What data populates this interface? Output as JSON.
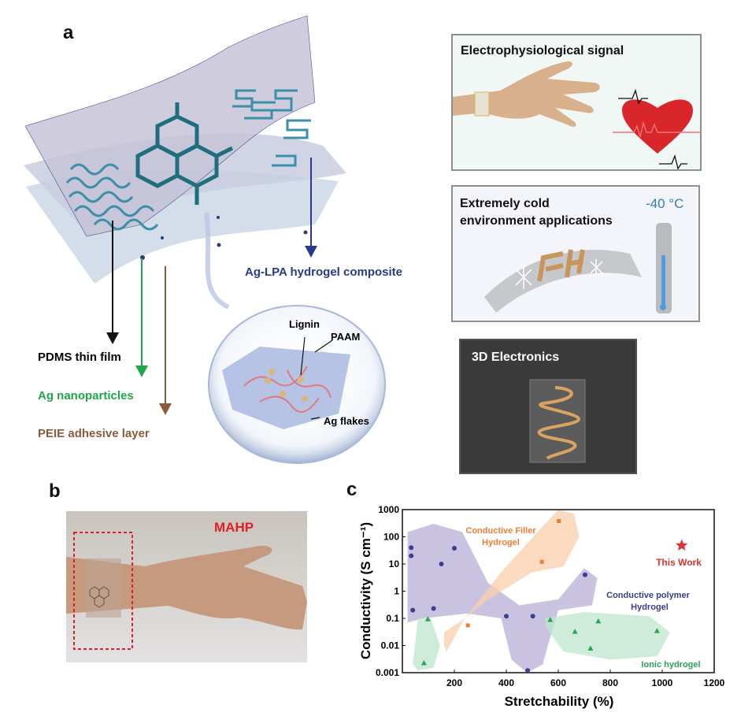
{
  "panel_a": {
    "label": "a",
    "layers": {
      "pdms": {
        "text": "PDMS thin film",
        "color": "#111111"
      },
      "ag_np": {
        "text": "Ag nanoparticles",
        "color": "#1fa64a"
      },
      "peie": {
        "text": "PEIE adhesive layer",
        "color": "#8b5a3c"
      },
      "composite": {
        "text": "Ag-LPA hydrogel composite",
        "color": "#2b3a86"
      }
    },
    "bubble": {
      "lignin": "Lignin",
      "paam": "PAAM",
      "ag_flakes": "Ag flakes"
    },
    "applications": {
      "electro": {
        "title": "Electrophysiological signal"
      },
      "cold": {
        "title_line1": "Extremely cold",
        "title_line2": "environment applications",
        "temperature": "-40 °C",
        "temp_color": "#2f7fc0"
      },
      "three_d": {
        "title": "3D Electronics"
      }
    }
  },
  "panel_b": {
    "label": "b",
    "annotation": "MAHP",
    "annotation_color": "#e02020"
  },
  "panel_c": {
    "label": "c"
  },
  "chart_data": {
    "type": "scatter",
    "xlabel": "Stretchability (%)",
    "ylabel": "Conductivity (S cm⁻¹)",
    "xlim": [
      0,
      1200
    ],
    "ylim": [
      0.001,
      1000
    ],
    "yscale": "log",
    "xticks": [
      200,
      400,
      600,
      800,
      1000,
      1200
    ],
    "yticks": [
      0.001,
      0.01,
      0.1,
      1,
      10,
      100,
      1000
    ],
    "ytick_labels": [
      "0.001",
      "0.01",
      "0.1",
      "1",
      "10",
      "100",
      "1000"
    ],
    "series": [
      {
        "name": "Conductive polymer Hydrogel",
        "label_line1": "Conductive polymer",
        "label_line2": "Hydrogel",
        "color": "#3b3d8f",
        "fill": "#b7aed6",
        "marker": "circle",
        "points": [
          [
            34,
            40
          ],
          [
            34,
            20
          ],
          [
            200,
            38
          ],
          [
            150,
            10
          ],
          [
            40,
            0.2
          ],
          [
            120,
            0.23
          ],
          [
            400,
            0.12
          ],
          [
            502,
            0.12
          ],
          [
            703,
            4
          ],
          [
            482,
            0.0012
          ]
        ]
      },
      {
        "name": "Conductive Filler Hydrogel",
        "label_line1": "Conductive Filler",
        "label_line2": "Hydrogel",
        "color": "#ef7d32",
        "fill": "#f9cfaa",
        "marker": "square",
        "points": [
          [
            602,
            380
          ],
          [
            537,
            12
          ],
          [
            252,
            0.055
          ]
        ]
      },
      {
        "name": "Ionic hydrogel",
        "label_line1": "Ionic hydrogel",
        "color": "#27a552",
        "fill": "#bfe5cf",
        "marker": "triangle",
        "points": [
          [
            98,
            0.095
          ],
          [
            83,
            0.0023
          ],
          [
            569,
            0.09
          ],
          [
            664,
            0.033
          ],
          [
            754,
            0.08
          ],
          [
            724,
            0.008
          ],
          [
            980,
            0.035
          ]
        ]
      },
      {
        "name": "This Work",
        "label_line1": "This Work",
        "color": "#e0322f",
        "marker": "star",
        "points": [
          [
            1075,
            48
          ]
        ]
      }
    ]
  }
}
